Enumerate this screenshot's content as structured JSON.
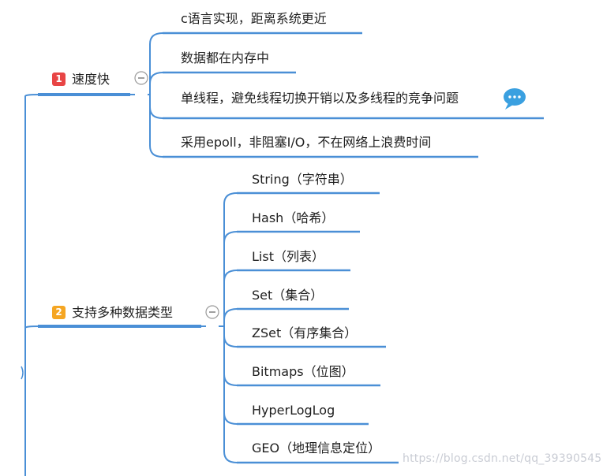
{
  "colors": {
    "line": "#4a8fd6",
    "collapse_ring": "#9a9a9a",
    "comment_bubble": "#3aa0e0",
    "badge_1": "#e84545",
    "badge_2": "#f5a623"
  },
  "branches": [
    {
      "badge": "1",
      "label": "速度快",
      "children": [
        "c语言实现，距离系统更近",
        "数据都在内存中",
        "单线程，避免线程切换开销以及多线程的竞争问题",
        "采用epoll，非阻塞I/O，不在网络上浪费时间"
      ]
    },
    {
      "badge": "2",
      "label": "支持多种数据类型",
      "children": [
        "String（字符串）",
        "Hash（哈希）",
        "List（列表）",
        "Set（集合）",
        "ZSet（有序集合）",
        "Bitmaps（位图）",
        "HyperLogLog",
        "GEO（地理信息定位）"
      ]
    }
  ],
  "icons": {
    "collapse": "collapse-minus-icon",
    "comment": "comment-bubble-icon",
    "expand_left": "chevron-left-icon"
  },
  "watermark": "https://blog.csdn.net/qq_39390545"
}
